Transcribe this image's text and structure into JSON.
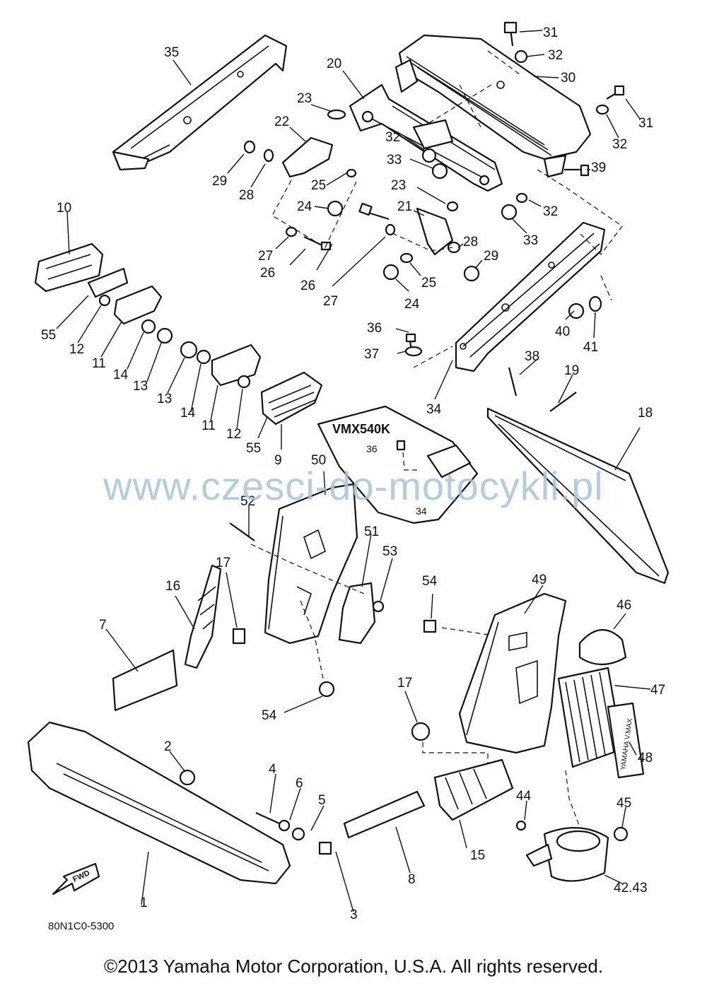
{
  "diagram": {
    "callouts": [
      {
        "id": "c31a",
        "text": "31"
      },
      {
        "id": "c32a",
        "text": "32"
      },
      {
        "id": "c30",
        "text": "30"
      },
      {
        "id": "c31b",
        "text": "31"
      },
      {
        "id": "c32b",
        "text": "32"
      },
      {
        "id": "c35",
        "text": "35"
      },
      {
        "id": "c20",
        "text": "20"
      },
      {
        "id": "c23a",
        "text": "23"
      },
      {
        "id": "c22",
        "text": "22"
      },
      {
        "id": "c32c",
        "text": "32"
      },
      {
        "id": "c33a",
        "text": "33"
      },
      {
        "id": "c29a",
        "text": "29"
      },
      {
        "id": "c28a",
        "text": "28"
      },
      {
        "id": "c25a",
        "text": "25"
      },
      {
        "id": "c23b",
        "text": "23"
      },
      {
        "id": "c39",
        "text": "39"
      },
      {
        "id": "c32d",
        "text": "32"
      },
      {
        "id": "c10",
        "text": "10"
      },
      {
        "id": "c24a",
        "text": "24"
      },
      {
        "id": "c21",
        "text": "21"
      },
      {
        "id": "c33b",
        "text": "33"
      },
      {
        "id": "c27a",
        "text": "27"
      },
      {
        "id": "c26a",
        "text": "26"
      },
      {
        "id": "c26b",
        "text": "26"
      },
      {
        "id": "c27b",
        "text": "27"
      },
      {
        "id": "c25b",
        "text": "25"
      },
      {
        "id": "c28b",
        "text": "28"
      },
      {
        "id": "c29b",
        "text": "29"
      },
      {
        "id": "c24b",
        "text": "24"
      },
      {
        "id": "c55a",
        "text": "55"
      },
      {
        "id": "c12a",
        "text": "12"
      },
      {
        "id": "c11a",
        "text": "11"
      },
      {
        "id": "c14a",
        "text": "14"
      },
      {
        "id": "c13a",
        "text": "13"
      },
      {
        "id": "c13b",
        "text": "13"
      },
      {
        "id": "c14b",
        "text": "14"
      },
      {
        "id": "c11b",
        "text": "11"
      },
      {
        "id": "c12b",
        "text": "12"
      },
      {
        "id": "c55b",
        "text": "55"
      },
      {
        "id": "c9",
        "text": "9"
      },
      {
        "id": "c36",
        "text": "36"
      },
      {
        "id": "c37",
        "text": "37"
      },
      {
        "id": "c40",
        "text": "40"
      },
      {
        "id": "c41",
        "text": "41"
      },
      {
        "id": "c38",
        "text": "38"
      },
      {
        "id": "c19",
        "text": "19"
      },
      {
        "id": "c34",
        "text": "34"
      },
      {
        "id": "c18",
        "text": "18"
      },
      {
        "id": "c50",
        "text": "50"
      },
      {
        "id": "c52",
        "text": "52"
      },
      {
        "id": "c51",
        "text": "51"
      },
      {
        "id": "c53",
        "text": "53"
      },
      {
        "id": "c17a",
        "text": "17"
      },
      {
        "id": "c16",
        "text": "16"
      },
      {
        "id": "c7",
        "text": "7"
      },
      {
        "id": "c54a",
        "text": "54"
      },
      {
        "id": "c49",
        "text": "49"
      },
      {
        "id": "c46",
        "text": "46"
      },
      {
        "id": "c47",
        "text": "47"
      },
      {
        "id": "c48",
        "text": "48"
      },
      {
        "id": "c54b",
        "text": "54"
      },
      {
        "id": "c17b",
        "text": "17"
      },
      {
        "id": "c2",
        "text": "2"
      },
      {
        "id": "c4",
        "text": "4"
      },
      {
        "id": "c6",
        "text": "6"
      },
      {
        "id": "c5",
        "text": "5"
      },
      {
        "id": "c44",
        "text": "44"
      },
      {
        "id": "c45",
        "text": "45"
      },
      {
        "id": "c15",
        "text": "15"
      },
      {
        "id": "c8",
        "text": "8"
      },
      {
        "id": "c3",
        "text": "3"
      },
      {
        "id": "c1",
        "text": "1"
      },
      {
        "id": "c4243",
        "text": "42.43"
      }
    ],
    "inset": {
      "title": "VMX540K",
      "callout_36": "36",
      "callout_34": "34"
    },
    "fwd_label": "FWD",
    "decal_text": "YAMAHA V.MAX",
    "drawing_code": "80N1C0-5300"
  },
  "watermark": "www.czesci-do-motocykli.pl",
  "copyright": "©2013 Yamaha Motor Corporation, U.S.A. All rights reserved."
}
